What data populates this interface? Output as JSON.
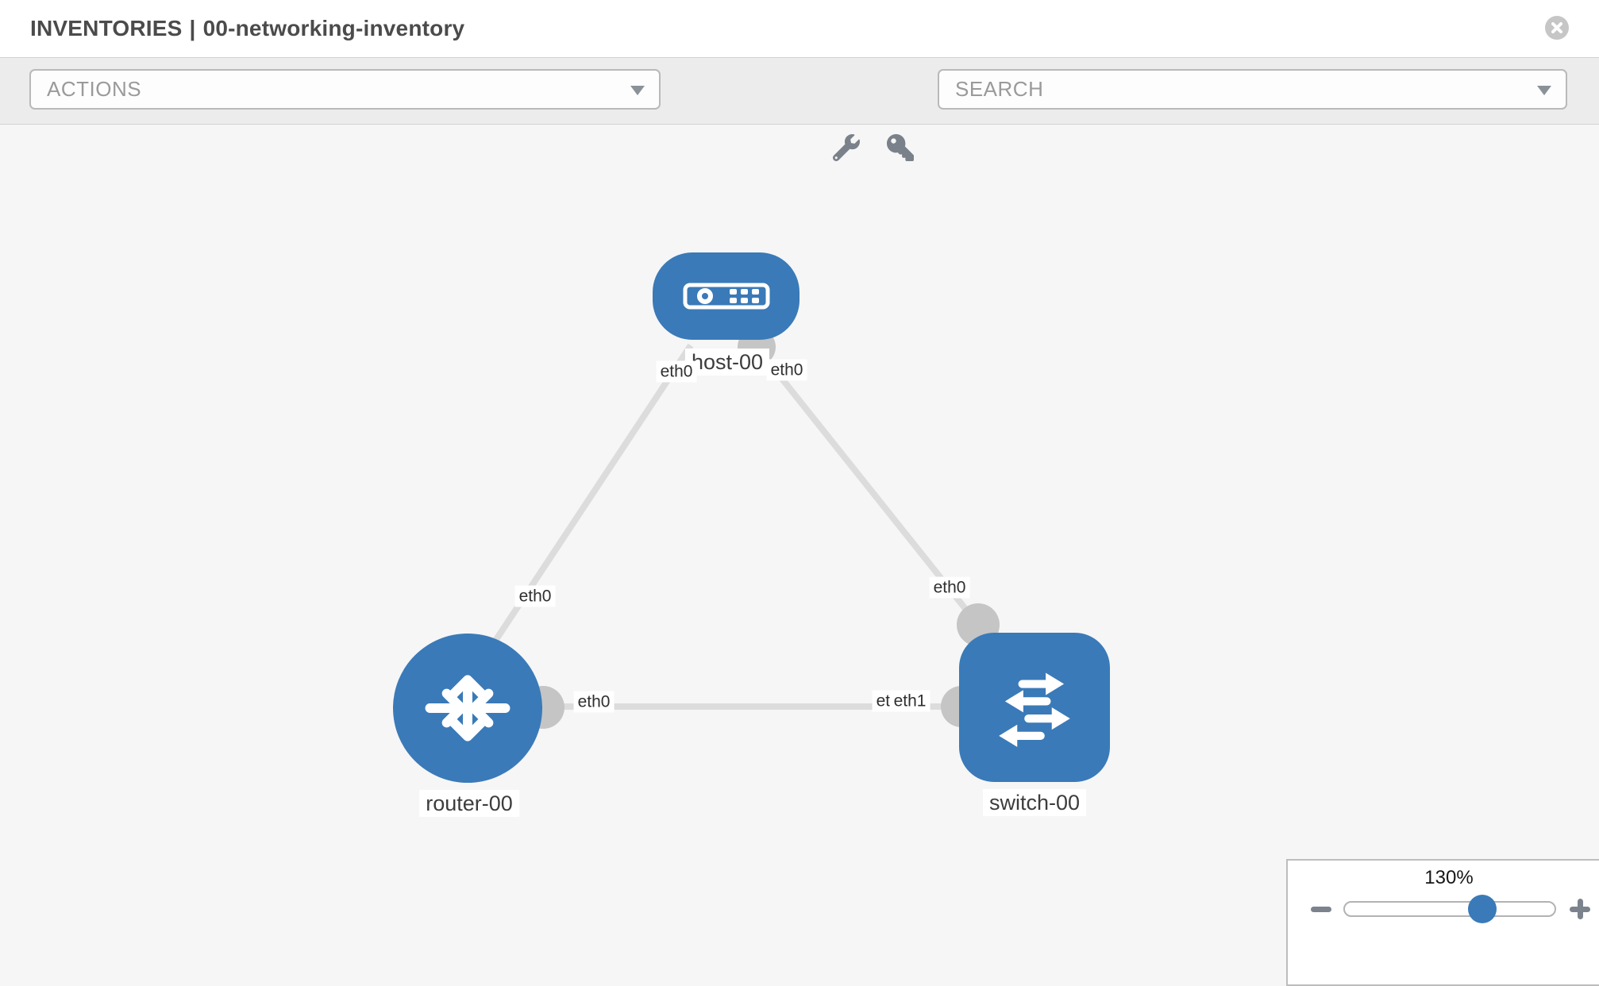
{
  "header": {
    "title_prefix": "INVENTORIES",
    "title_separator": "|",
    "inventory_name": "00-networking-inventory"
  },
  "toolbar": {
    "actions_label": "ACTIONS",
    "search_label": "SEARCH"
  },
  "icons": {
    "close": "circle-x",
    "dropdown_caret": "triangle-down",
    "tools": [
      "wrench",
      "key"
    ],
    "node_host": "server-faceplate",
    "node_router": "router-four-arrows",
    "node_switch": "switch-alternating-arrows",
    "zoom_out": "minus",
    "zoom_in": "plus"
  },
  "topology": {
    "nodes": [
      {
        "label": "host-00",
        "type": "host",
        "shape": "rounded-rect"
      },
      {
        "label": "router-00",
        "type": "router",
        "shape": "circle"
      },
      {
        "label": "switch-00",
        "type": "switch",
        "shape": "rounded-square"
      }
    ],
    "links": [
      {
        "from": "host-00",
        "to": "router-00"
      },
      {
        "from": "host-00",
        "to": "switch-00"
      },
      {
        "from": "router-00",
        "to": "switch-00"
      }
    ],
    "interface_labels": [
      {
        "id": "host-router-host-end",
        "text": "eth0"
      },
      {
        "id": "host-switch-host-end",
        "text": "eth0"
      },
      {
        "id": "host-router-router-end",
        "text": "eth0"
      },
      {
        "id": "host-switch-switch-end",
        "text": "eth0"
      },
      {
        "id": "router-switch-router-end",
        "text": "eth0"
      },
      {
        "id": "router-switch-switch-end-bg",
        "text": "eth0"
      },
      {
        "id": "router-switch-switch-end",
        "text": "eth1"
      }
    ]
  },
  "zoom_control": {
    "value": "130%"
  },
  "colors": {
    "node_blue": "#3a7ab8",
    "link_gray": "#dcdcdc",
    "port_gray": "#c5c5c5",
    "canvas_bg": "#f6f6f6",
    "toolbar_bg": "#ececec",
    "slider_thumb_blue": "#3a7ab8"
  }
}
